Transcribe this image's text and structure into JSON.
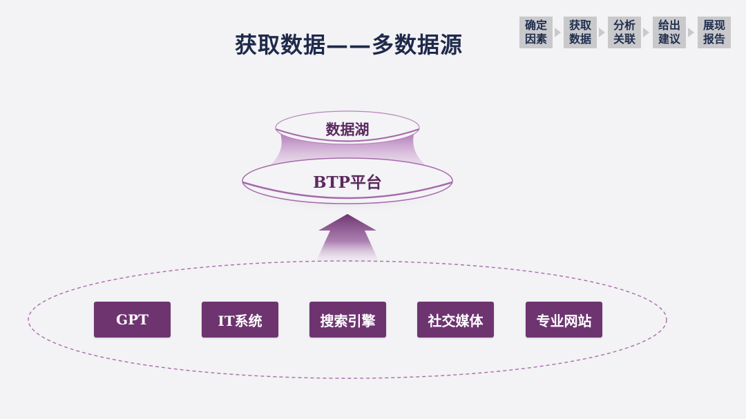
{
  "title": "获取数据——多数据源",
  "steps": [
    {
      "line1": "确定",
      "line2": "因素"
    },
    {
      "line1": "获取",
      "line2": "数据"
    },
    {
      "line1": "分析",
      "line2": "关联"
    },
    {
      "line1": "给出",
      "line2": "建议"
    },
    {
      "line1": "展现",
      "line2": "报告"
    }
  ],
  "top": {
    "lake": "数据湖",
    "platform": "BTP平台"
  },
  "sources": [
    "GPT",
    "IT系统",
    "搜索引擎",
    "社交媒体",
    "专业网站"
  ],
  "colors": {
    "accent": "#6e3470",
    "title": "#1e2a4a",
    "step_bg": "#c9c9cc"
  }
}
